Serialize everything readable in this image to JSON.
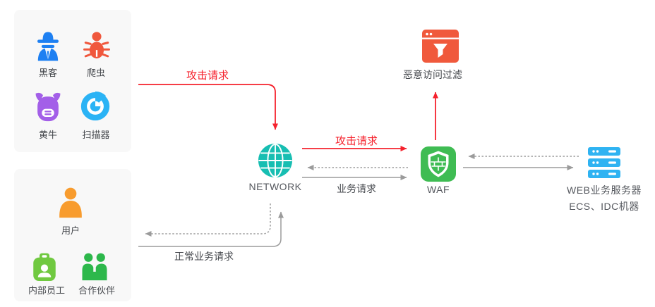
{
  "threats_panel": {
    "items": [
      {
        "label": "黑客",
        "icon": "hacker-icon"
      },
      {
        "label": "爬虫",
        "icon": "crawler-bug-icon"
      },
      {
        "label": "黄牛",
        "icon": "scalper-bull-icon"
      },
      {
        "label": "扫描器",
        "icon": "scanner-icon"
      }
    ]
  },
  "users_panel": {
    "items": [
      {
        "label": "用户",
        "icon": "user-icon"
      },
      {
        "label": "内部员工",
        "icon": "staff-badge-icon"
      },
      {
        "label": "合作伙伴",
        "icon": "partners-icon"
      }
    ]
  },
  "nodes": {
    "network": {
      "label": "NETWORK"
    },
    "waf": {
      "label": "WAF"
    },
    "malicious_filter": {
      "label": "恶意访问过滤"
    },
    "web_server": {
      "label_line1": "WEB业务服务器",
      "label_line2": "ECS、IDC机器"
    }
  },
  "edges": {
    "attack_request_top": "攻击请求",
    "attack_request_mid": "攻击请求",
    "business_request": "业务请求",
    "normal_business_request": "正常业务请求"
  },
  "colors": {
    "attack_red": "#f5222d",
    "flow_gray": "#9b9b9b",
    "network_teal": "#17beb2",
    "waf_green": "#3fbc53",
    "filter_orange": "#f0593c",
    "server_blue": "#2fb3f2",
    "hacker_blue": "#1e80f2",
    "crawler_orange": "#f0573c",
    "scalper_purple": "#a35fe8",
    "scanner_cyan": "#2bb3f5",
    "user_orange": "#f89c2e",
    "staff_green": "#70c940",
    "partner_green": "#2db84b",
    "panel_bg": "#f8f8f8"
  }
}
